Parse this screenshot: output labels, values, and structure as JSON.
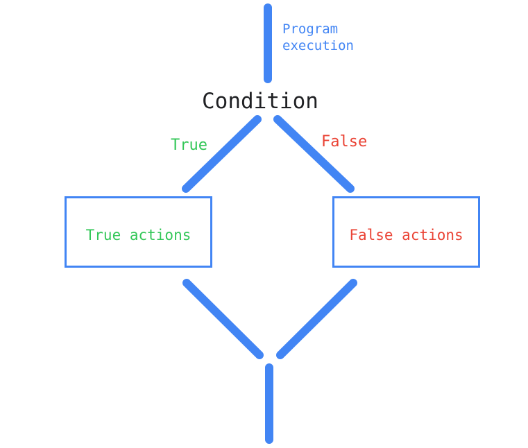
{
  "diagram": {
    "type": "flowchart",
    "title": "Conditional branching flowchart",
    "colors": {
      "edge": "#4285f4",
      "box_border": "#4285f4",
      "true": "#34c759",
      "false": "#ea4335",
      "condition_text": "#202124",
      "annotation": "#4285f4",
      "background": "#ffffff"
    },
    "entry": {
      "annotation": "Program\nexecution"
    },
    "decision": {
      "label": "Condition"
    },
    "edges": {
      "true_label": "True",
      "false_label": "False"
    },
    "branches": {
      "true_box_label": "True actions",
      "false_box_label": "False actions"
    }
  }
}
